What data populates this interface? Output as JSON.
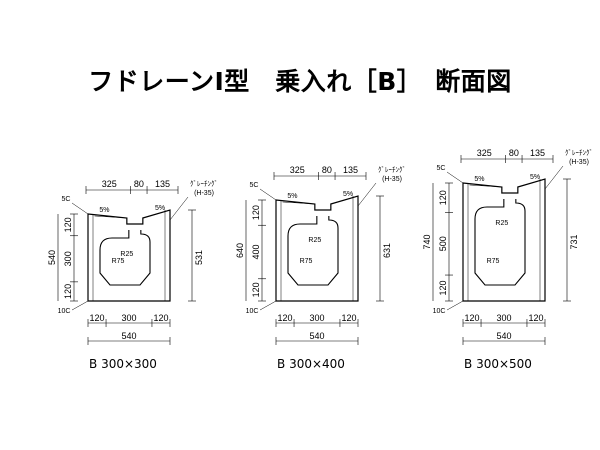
{
  "title": "フドレーンⅠ型　乗入れ［B］　断面図",
  "sections": [
    {
      "caption": "B 300×300",
      "grating_label": "ｸﾞﾚｰﾁﾝｸﾞ",
      "grating_spec": "(H-35)",
      "chamfer_top": "5C",
      "chamfer_bottom": "10C",
      "slope_left": "5%",
      "slope_right": "5%",
      "radius_small": "R25",
      "radius_large": "R75",
      "top_dims": [
        "325",
        "80",
        "135"
      ],
      "left_dims": [
        "120",
        "300",
        "120"
      ],
      "left_total": "540",
      "right_total": "531",
      "bottom_dims": [
        "120",
        "300",
        "120"
      ],
      "bottom_total": "540"
    },
    {
      "caption": "B 300×400",
      "grating_label": "ｸﾞﾚｰﾁﾝｸﾞ",
      "grating_spec": "(H-35)",
      "chamfer_top": "5C",
      "chamfer_bottom": "10C",
      "slope_left": "5%",
      "slope_right": "5%",
      "radius_small": "R25",
      "radius_large": "R75",
      "top_dims": [
        "325",
        "80",
        "135"
      ],
      "left_dims": [
        "120",
        "400",
        "120"
      ],
      "left_total": "640",
      "right_total": "631",
      "bottom_dims": [
        "120",
        "300",
        "120"
      ],
      "bottom_total": "540"
    },
    {
      "caption": "B 300×500",
      "grating_label": "ｸﾞﾚｰﾁﾝｸﾞ",
      "grating_spec": "(H-35)",
      "chamfer_top": "5C",
      "chamfer_bottom": "10C",
      "slope_left": "5%",
      "slope_right": "5%",
      "radius_small": "R25",
      "radius_large": "R75",
      "top_dims": [
        "325",
        "80",
        "135"
      ],
      "left_dims": [
        "120",
        "500",
        "120"
      ],
      "left_total": "740",
      "right_total": "731",
      "bottom_dims": [
        "120",
        "300",
        "120"
      ],
      "bottom_total": "540"
    }
  ]
}
